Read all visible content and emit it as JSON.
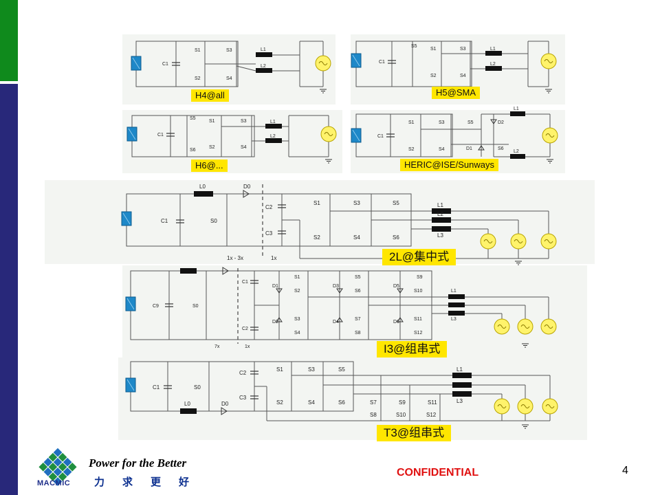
{
  "diagrams": [
    {
      "label": "H4@all"
    },
    {
      "label": "H5@SMA"
    },
    {
      "label": "H6@..."
    },
    {
      "label": "HERIC@ISE/Sunways"
    },
    {
      "label": "2L@集中式"
    },
    {
      "label": "I3@组串式"
    },
    {
      "label": "T3@组串式"
    }
  ],
  "components": {
    "h4": [
      "C1",
      "S1",
      "S3",
      "S2",
      "S4",
      "L1",
      "L2"
    ],
    "h5": [
      "C1",
      "S5",
      "S1",
      "S3",
      "S2",
      "S4",
      "L1",
      "L2"
    ],
    "h6": [
      "C1",
      "S5",
      "S1",
      "S3",
      "S6",
      "S2",
      "S4",
      "L1",
      "L2"
    ],
    "heric": [
      "C1",
      "S1",
      "S3",
      "S2",
      "S4",
      "S5",
      "D2",
      "D1",
      "S6",
      "L1",
      "L2"
    ],
    "twoL": [
      "L0",
      "D0",
      "C1",
      "S0",
      "C2",
      "C3",
      "S1",
      "S3",
      "S5",
      "S2",
      "S4",
      "S6",
      "L1",
      "L2",
      "L3",
      "1x - 3x",
      "1x"
    ],
    "i3": [
      "C9",
      "S0",
      "C1",
      "C2",
      "D1",
      "D2",
      "S1",
      "S2",
      "S3",
      "S4",
      "D3",
      "D4",
      "S5",
      "S6",
      "S7",
      "S8",
      "D5",
      "D6",
      "S9",
      "S10",
      "S11",
      "S12",
      "L1",
      "L3",
      "7x",
      "1x"
    ],
    "t3": [
      "C1",
      "S0",
      "L0",
      "D0",
      "C2",
      "C3",
      "S1",
      "S3",
      "S5",
      "S2",
      "S4",
      "S6",
      "S7",
      "S9",
      "S11",
      "S8",
      "S10",
      "S12",
      "L1",
      "L3"
    ]
  },
  "footer": {
    "brand": "MACMIC",
    "slogan_en": "Power for the Better",
    "slogan_cn": "力求更好",
    "confidential": "CONFIDENTIAL",
    "page_number": "4"
  },
  "colors": {
    "accent_green": "#0f8a1c",
    "accent_navy": "#28287a",
    "label_yellow": "#ffe600",
    "pv_blue": "#1e88c8",
    "grid_yellow": "#fff36b",
    "confidential_red": "#e01010"
  }
}
